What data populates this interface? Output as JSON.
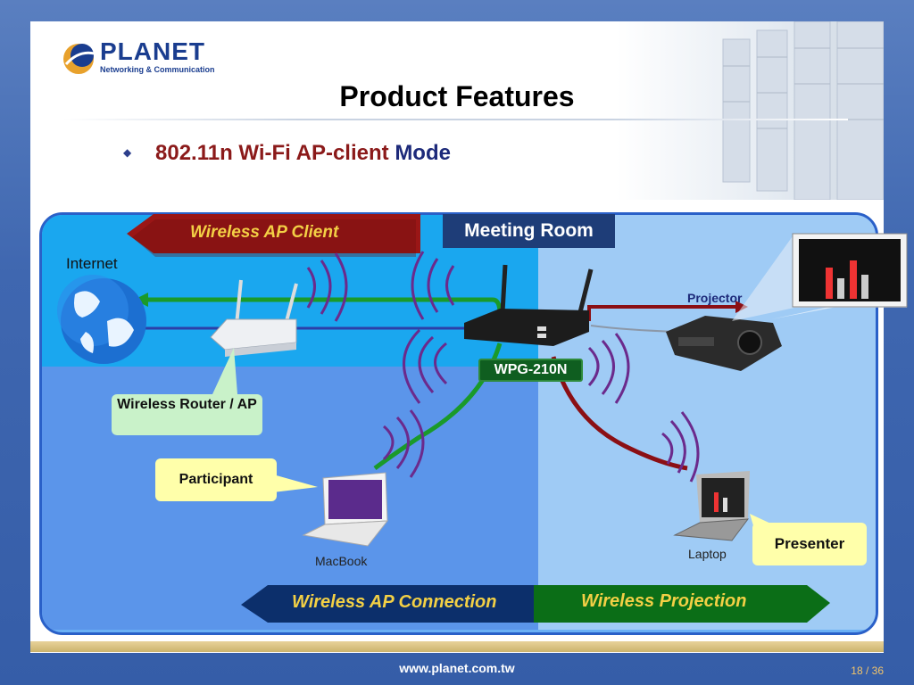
{
  "brand": {
    "name": "PLANET",
    "tagline": "Networking & Communication"
  },
  "title": "Product Features",
  "bullet_icon": "diamond-bullet-icon",
  "heading": {
    "main": "802.11n Wi-Fi AP-client",
    "accent": "Mode"
  },
  "diagram": {
    "banner_top": "Wireless AP Client",
    "meeting_room": "Meeting Room",
    "internet": "Internet",
    "projector": "Projector",
    "device": "WPG-210N",
    "router": "Wireless Router / AP",
    "participant": "Participant",
    "macbook": "MacBook",
    "laptop": "Laptop",
    "presenter": "Presenter",
    "banner_left": "Wireless AP Connection",
    "banner_right": "Wireless Projection",
    "colors": {
      "green_link": "#1a9a2a",
      "red_link": "#8b0f14",
      "blue_link": "#2c3fa8"
    }
  },
  "footer": {
    "url": "www.planet.com.tw",
    "page": "18 / 36"
  }
}
